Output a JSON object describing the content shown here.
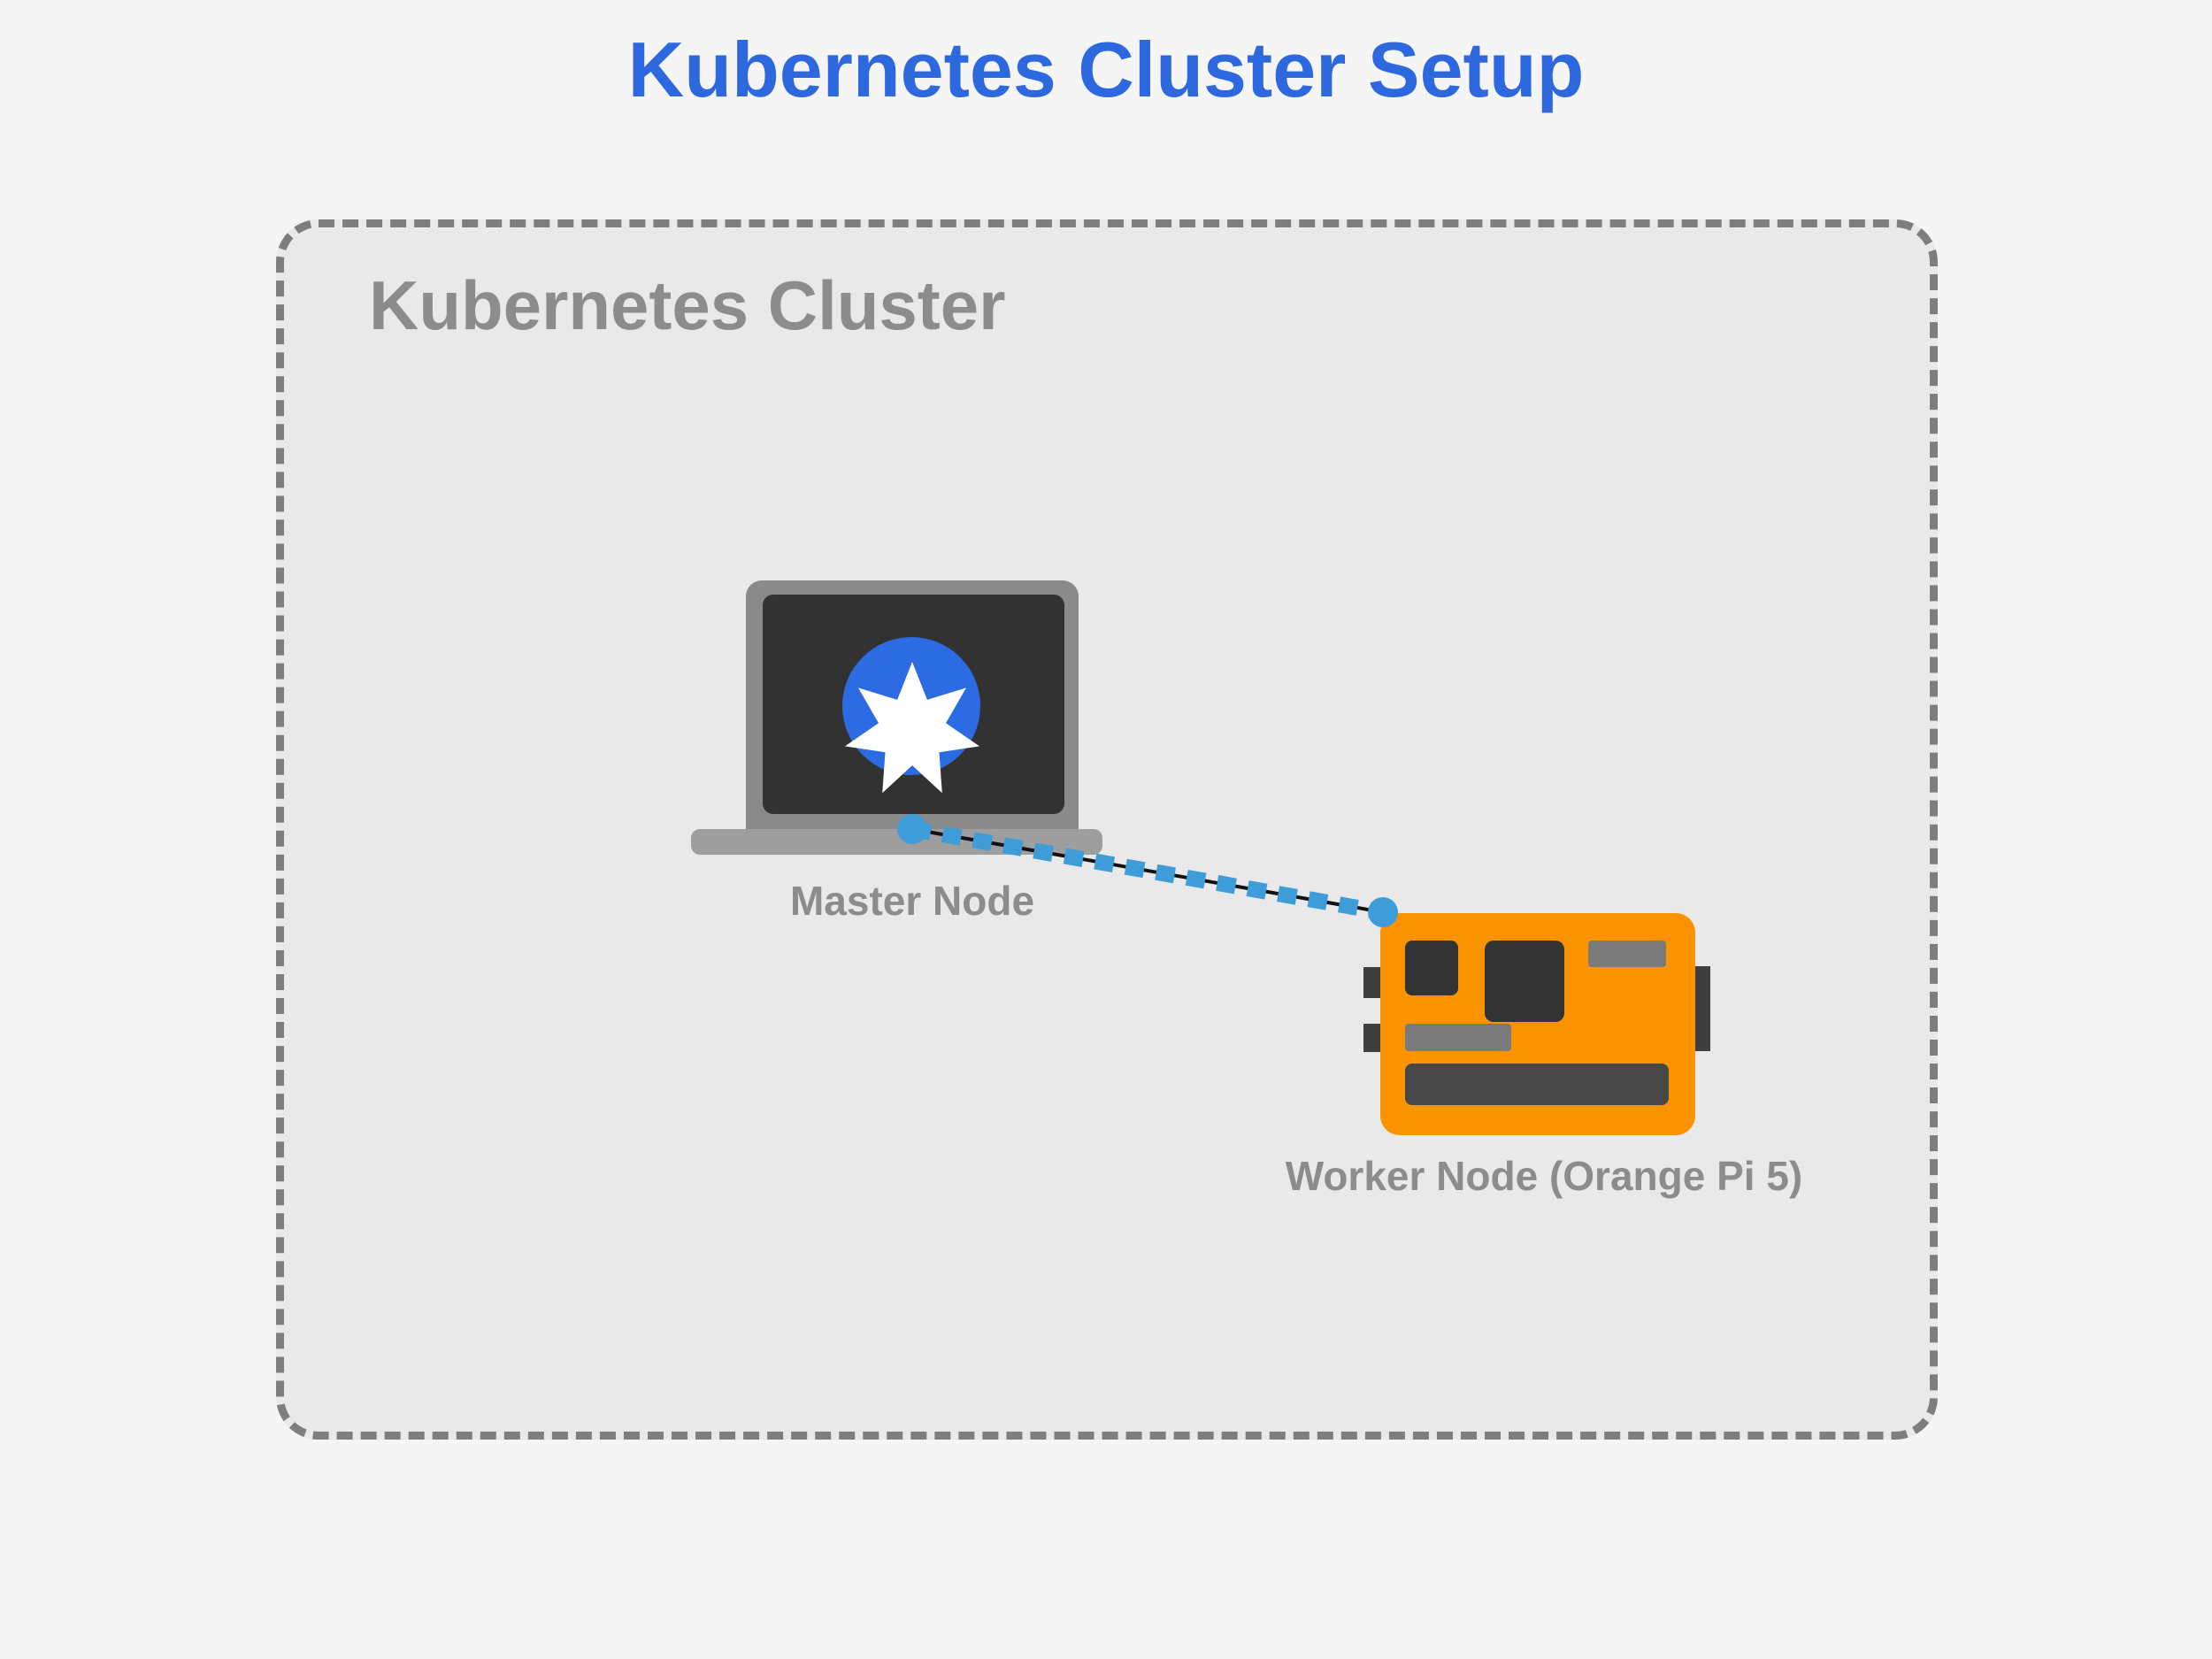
{
  "title": {
    "text": "Kubernetes Cluster Setup",
    "color": "#2D68DF"
  },
  "cluster": {
    "label": "Kubernetes Cluster",
    "border_color": "#7E7E7E",
    "border_style": "dashed",
    "fill_color": "#E9E9E9"
  },
  "nodes": [
    {
      "id": "master",
      "label": "Master Node",
      "icon": "laptop-with-kubernetes-logo",
      "icon_colors": {
        "frame": "#8A8A8A",
        "screen": "#323232",
        "base": "#9E9E9E",
        "logo_circle": "#2D6BE3",
        "logo_star": "#FFFFFF"
      }
    },
    {
      "id": "worker",
      "label": "Worker Node (Orange Pi 5)",
      "icon": "orange-pi-5-board",
      "icon_colors": {
        "board": "#FB9200",
        "dark_chips": "#333333",
        "gray_chips": "#7A7A7A",
        "gpio_bar": "#474747",
        "side_tabs": "#3F3F3F"
      }
    }
  ],
  "connection": {
    "from": "master",
    "to": "worker",
    "style": "dashed",
    "core_line_color": "#111111",
    "dash_color": "#3E9CD9",
    "endpoint_color": "#3E9CD9"
  },
  "label_color": "#8C8C8C",
  "background_color": "#F5F5F6"
}
